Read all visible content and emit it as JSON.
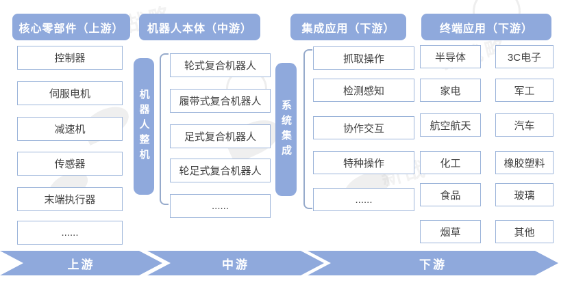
{
  "columns": [
    {
      "header": "核心零部件（上游）",
      "items": [
        "控制器",
        "伺服电机",
        "减速机",
        "传感器",
        "末端执行器",
        "......"
      ]
    },
    {
      "header": "机器人本体（中游）",
      "side_label": "机器人整机",
      "items": [
        "轮式复合机器人",
        "履带式复合机器人",
        "足式复合机器人",
        "轮足式复合机器人",
        "......"
      ]
    },
    {
      "header": "集成应用（下游）",
      "side_label": "系统集成",
      "items": [
        "抓取操作",
        "检测感知",
        "协作交互",
        "特种操作",
        "......"
      ]
    },
    {
      "header": "终端应用（下游）",
      "left_items": [
        "半导体",
        "家电",
        "航空航天",
        "化工",
        "食品",
        "烟草"
      ],
      "right_items": [
        "3C电子",
        "军工",
        "汽车",
        "橡胶塑料",
        "玻璃",
        "其他"
      ]
    }
  ],
  "flow": {
    "stages": [
      "上游",
      "中游",
      "下游"
    ]
  },
  "watermark": {
    "text": "新战略"
  },
  "colors": {
    "accent": "#8fa9dc",
    "box_border": "#9ab3d9",
    "box_text": "#3f3f3f",
    "bracket": "#96aacb",
    "header_text": "#ffffff"
  }
}
